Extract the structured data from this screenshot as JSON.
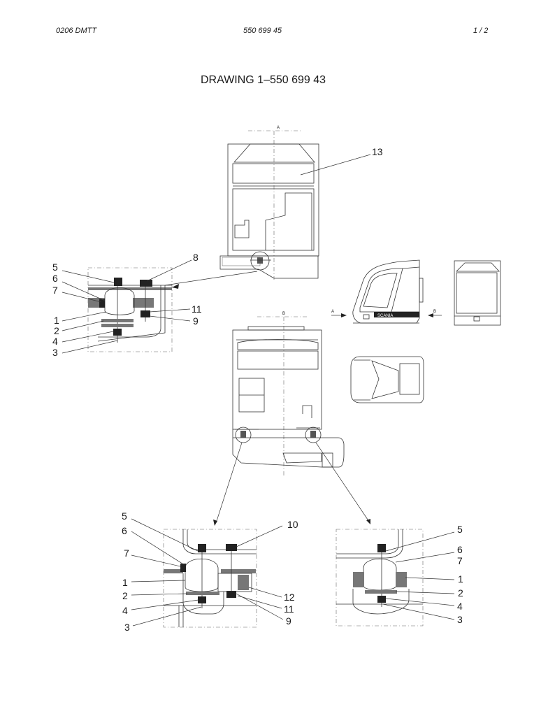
{
  "header": {
    "left": "0206 DMTT",
    "center": "550 699 45",
    "page": "1 /   2"
  },
  "title": "DRAWING 1–550 699 43",
  "view_labels": {
    "view_a": "A",
    "view_b": "B",
    "arrow_a": "A",
    "arrow_b": "B"
  },
  "cab_brand": "SCANIA",
  "callouts": {
    "top": [
      "13"
    ],
    "left_detail": [
      "5",
      "6",
      "7",
      "1",
      "2",
      "4",
      "3",
      "8",
      "11",
      "9"
    ],
    "bottom_left_detail": [
      "5",
      "6",
      "7",
      "1",
      "2",
      "4",
      "3",
      "10",
      "12",
      "11",
      "9"
    ],
    "bottom_right_detail": [
      "5",
      "6",
      "7",
      "1",
      "2",
      "4",
      "3"
    ]
  }
}
